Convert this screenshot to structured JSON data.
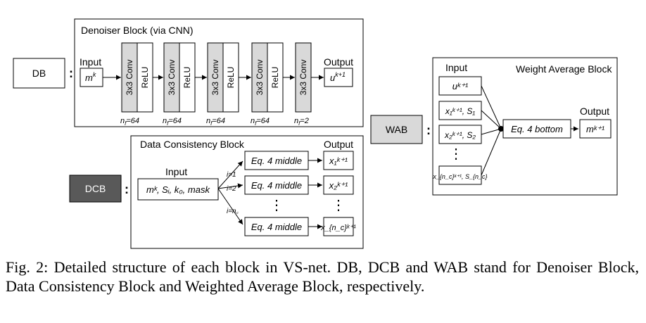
{
  "colors": {
    "conv_fill": "#d9d9d9",
    "dcb_tag_fill": "#595959",
    "wab_tag_fill": "#d9d9d9",
    "text": "#000000"
  },
  "db": {
    "tag": "DB",
    "title": "Denoiser Block (via CNN)",
    "input_label": "Input",
    "input_symbol": "m",
    "input_sup": "k",
    "output_label": "Output",
    "output_symbol": "u",
    "output_sup": "k+1",
    "conv_label": "3x3 Conv",
    "relu_label": "ReLU",
    "filters": [
      {
        "n": "n",
        "sub": "f",
        "val": "=64"
      },
      {
        "n": "n",
        "sub": "f",
        "val": "=64"
      },
      {
        "n": "n",
        "sub": "f",
        "val": "=64"
      },
      {
        "n": "n",
        "sub": "f",
        "val": "=64"
      },
      {
        "n": "n",
        "sub": "f",
        "val": "=2"
      }
    ]
  },
  "dcb": {
    "tag": "DCB",
    "title": "Data Consistency Block",
    "input_label": "Input",
    "input_text": "mᵏ, Sᵢ, k₀, mask",
    "output_label": "Output",
    "index_labels": [
      "i=1",
      "i=2",
      "i=n꜀"
    ],
    "eq_label": "Eq. 4 middle",
    "outputs": [
      "x₁ᵏ⁺¹",
      "x₂ᵏ⁺¹",
      "x_{n_c}ᵏ⁺¹"
    ],
    "dots": "⋮"
  },
  "wab": {
    "tag": "WAB",
    "title": "Weight Average Block",
    "input_label": "Input",
    "inputs": [
      "uᵏ⁺¹",
      "x₁ᵏ⁺¹, S₁",
      "x₂ᵏ⁺¹, S₂",
      "x_{n_c}ᵏ⁺¹, S_{n_c}"
    ],
    "eq_label": "Eq. 4 bottom",
    "output_label": "Output",
    "output_text": "mᵏ⁺¹",
    "dots": "⋮"
  },
  "caption": "Fig. 2: Detailed structure of each block in VS-net. DB, DCB and WAB stand for Denoiser Block, Data Consistency Block and Weighted Average Block, respectively."
}
